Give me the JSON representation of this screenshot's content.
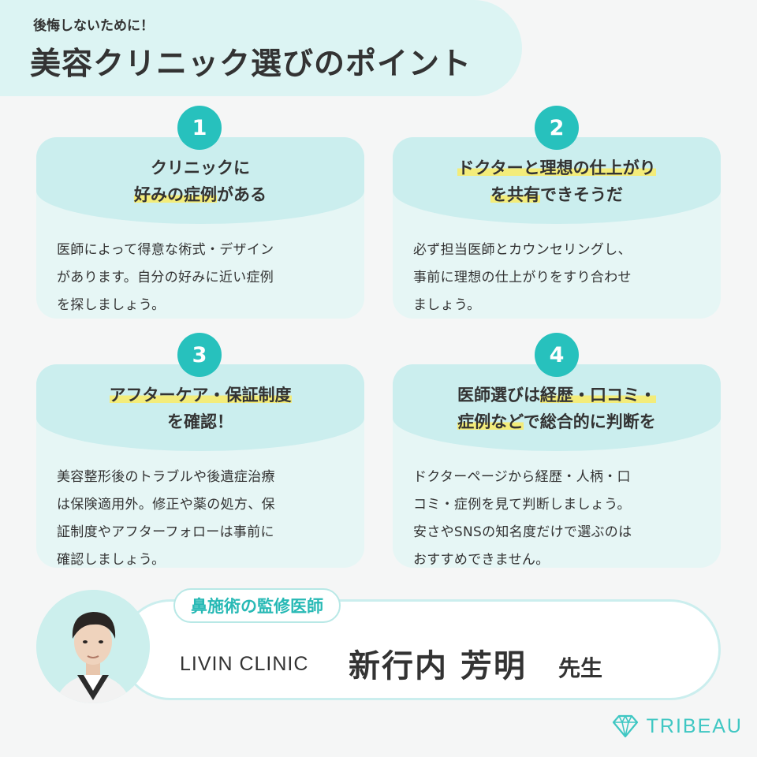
{
  "header": {
    "subtitle": "後悔しないために！",
    "title": "美容クリニック選びのポイント"
  },
  "cards": [
    {
      "number": "1",
      "title_line1": "クリニックに",
      "title_line2_hl": "好みの症例",
      "title_line2_rest": "がある",
      "body": [
        "医師によって得意な術式・デザイン",
        "があります。自分の好みに近い症例",
        "を探しましょう。"
      ]
    },
    {
      "number": "2",
      "title_line1_hl": "ドクターと理想の仕上がり",
      "title_line2_hl": "を共有",
      "title_line2_rest": "できそうだ",
      "body": [
        "必ず担当医師とカウンセリングし、",
        "事前に理想の仕上がりをすり合わせ",
        "ましょう。"
      ]
    },
    {
      "number": "3",
      "title_line1_hl": "アフターケア・保証制度",
      "title_line2": "を確認！",
      "body": [
        "美容整形後のトラブルや後遺症治療",
        "は保険適用外。修正や薬の処方、保",
        "証制度やアフターフォローは事前に",
        "確認しましょう。"
      ]
    },
    {
      "number": "4",
      "title_line1_pre": "医師選びは",
      "title_line1_hl": "経歴・口コミ・",
      "title_line2_hl": "症例など",
      "title_line2_rest": "で総合的に判断を",
      "body": [
        "ドクターページから経歴・人柄・口",
        "コミ・症例を見て判断しましょう。",
        "安さやSNSの知名度だけで選ぶのは",
        "おすすめできません。"
      ]
    }
  ],
  "doctor": {
    "tag": "鼻施術の監修医師",
    "clinic": "LIVIN CLINIC",
    "name": "新行内 芳明",
    "honorific": "先生"
  },
  "brand": {
    "name": "TRIBEAU",
    "icon": "diamond-icon"
  },
  "colors": {
    "accent": "#27c1bd",
    "highlight": "#f3ec7a",
    "card_bg": "#e6f6f5",
    "card_head": "#cbeeee"
  }
}
